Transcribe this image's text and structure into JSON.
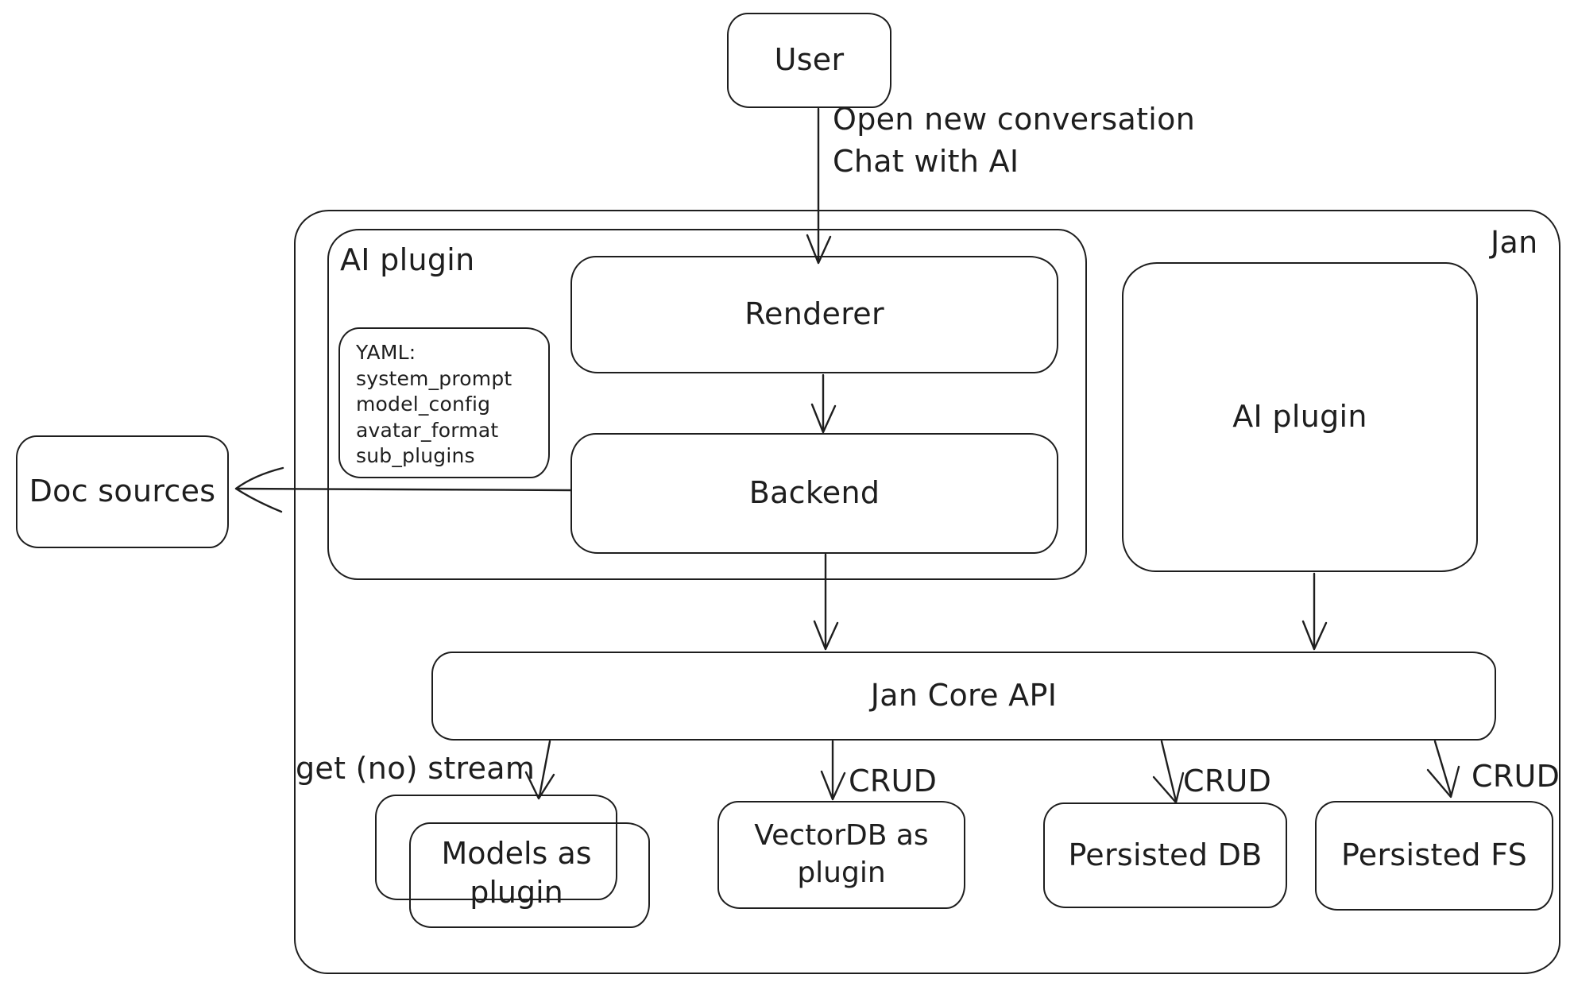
{
  "colors": {
    "stroke": "#1e1e1e",
    "background": "#ffffff"
  },
  "nodes": {
    "user": {
      "label": "User"
    },
    "jan": {
      "label": "Jan"
    },
    "ai_plugin_group": {
      "label": "AI plugin"
    },
    "renderer": {
      "label": "Renderer"
    },
    "yaml_note": {
      "lines": [
        "YAML:",
        "system_prompt",
        "model_config",
        "avatar_format",
        "sub_plugins"
      ]
    },
    "backend": {
      "label": "Backend"
    },
    "doc_sources": {
      "label": "Doc sources"
    },
    "ai_plugin_right": {
      "label": "AI plugin"
    },
    "jan_core_api": {
      "label": "Jan Core API"
    },
    "models_plugin": {
      "label": "Models as plugin"
    },
    "vectordb_plugin": {
      "label": "VectorDB as plugin"
    },
    "persisted_db": {
      "label": "Persisted DB"
    },
    "persisted_fs": {
      "label": "Persisted FS"
    }
  },
  "edges": {
    "user_to_renderer": {
      "label_lines": [
        "Open new conversation",
        "Chat with AI"
      ]
    },
    "core_to_models": {
      "label": "get (no) stream"
    },
    "core_to_vectordb": {
      "label": "CRUD"
    },
    "core_to_persisted_db": {
      "label": "CRUD"
    },
    "core_to_persisted_fs": {
      "label": "CRUD"
    }
  }
}
